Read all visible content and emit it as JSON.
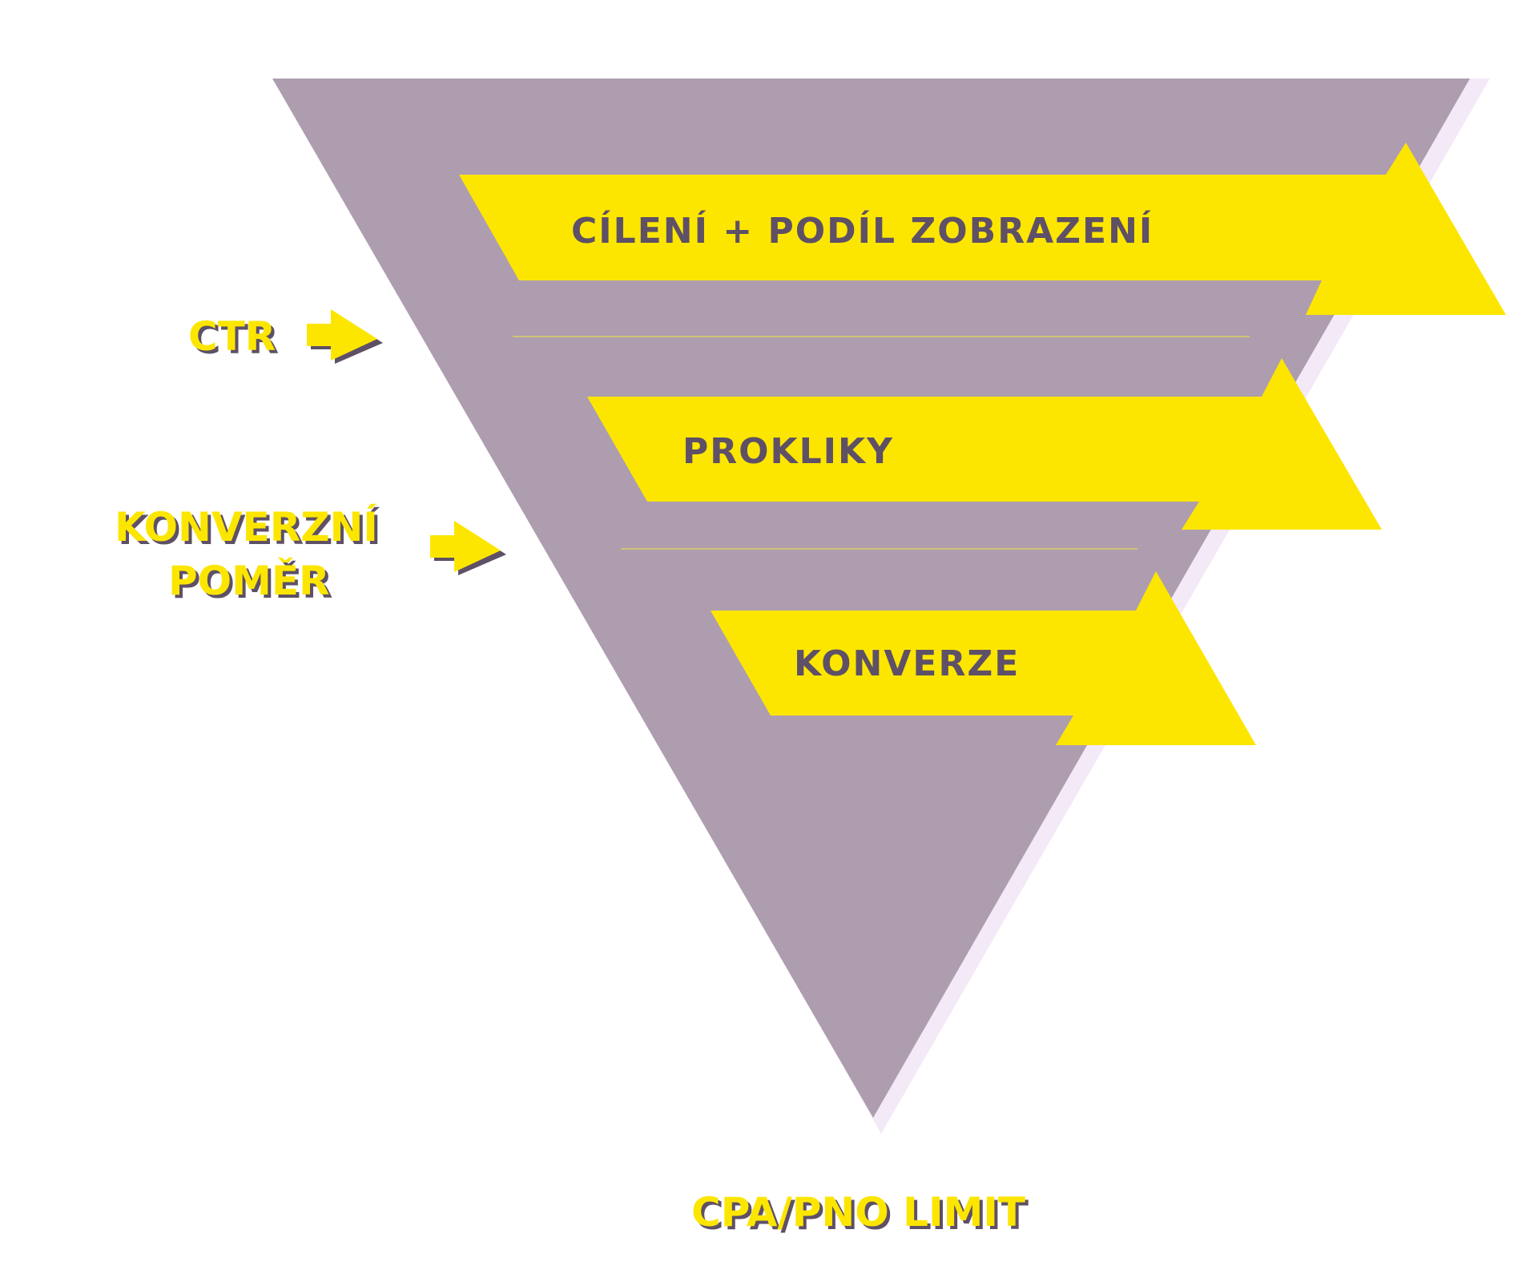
{
  "colors": {
    "funnel": "#ae9daf",
    "funnel_shadow": "#f4e9f7",
    "banner": "#fce600",
    "text_dark": "#5e5066",
    "text_accent": "#fce600"
  },
  "stages": [
    {
      "label": "CÍLENÍ + PODÍL ZOBRAZENÍ"
    },
    {
      "label": "PROKLIKY"
    },
    {
      "label": "KONVERZE"
    }
  ],
  "side_metrics": {
    "ctr": {
      "label": "CTR",
      "icon": "arrow-right-icon"
    },
    "conversion_rate": {
      "line1": "KONVERZNÍ",
      "line2": "POMĚR",
      "icon": "arrow-right-icon"
    }
  },
  "bottom_label": "CPA/PNO LIMIT"
}
